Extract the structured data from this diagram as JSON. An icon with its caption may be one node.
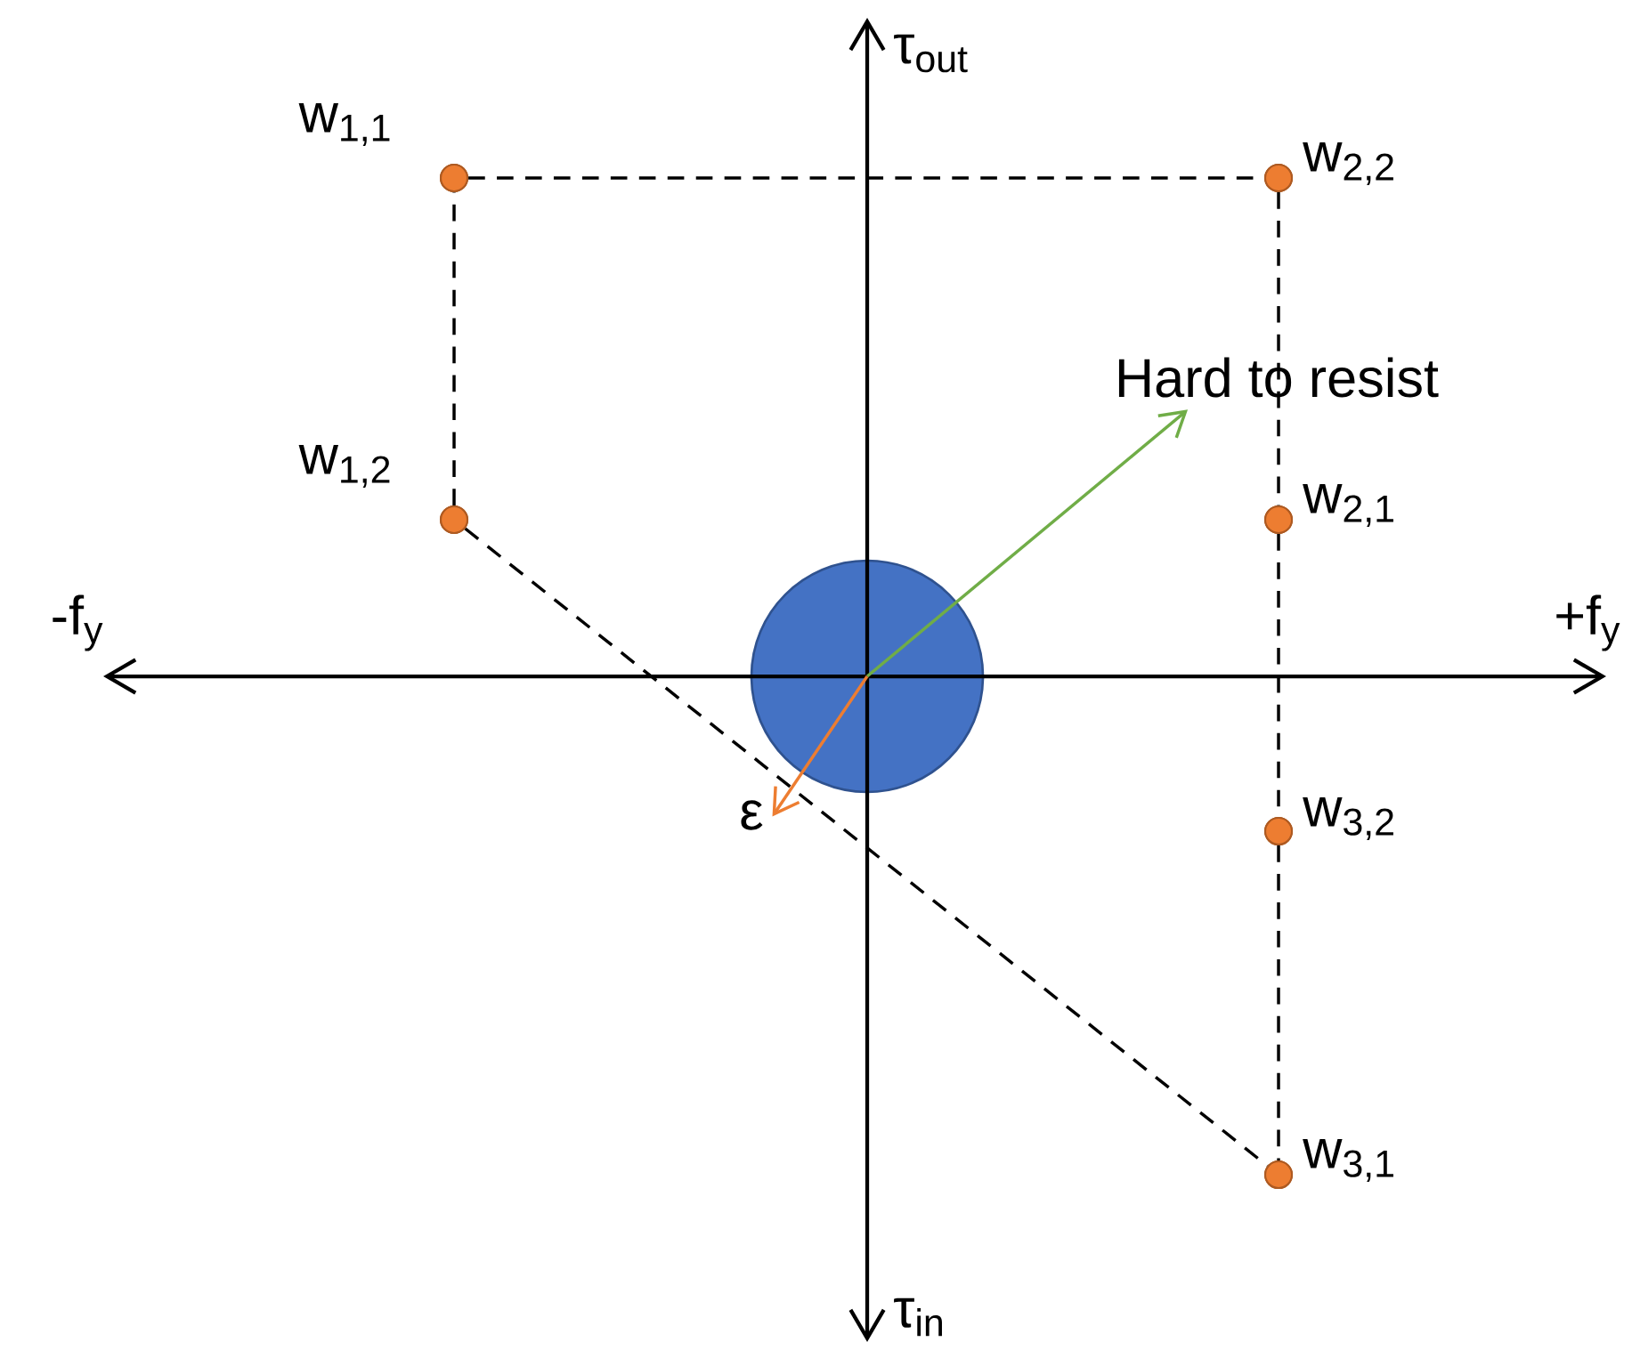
{
  "diagram": {
    "nodes": [
      {
        "text": [],
        "shape": "circle",
        "beside": [
          "w$_{1,1}$"
        ]
      },
      {
        "text": [],
        "shape": "circle",
        "beside": [
          "w$_{1,2}$"
        ]
      },
      {
        "text": [],
        "shape": "circle",
        "beside": [
          "w$_{2,2}$"
        ]
      },
      {
        "text": [],
        "shape": "circle",
        "beside": [
          "w$_{2,1}$"
        ]
      },
      {
        "text": [],
        "shape": "circle",
        "beside": [
          "w$_{3,2}$"
        ]
      },
      {
        "text": [],
        "shape": "circle",
        "beside": [
          "w$_{3,1}$"
        ]
      },
      {
        "text": [],
        "shape": "circle"
      },
      {
        "text": [
          "Hard to resist"
        ]
      },
      {
        "text": [
          "ε"
        ]
      }
    ],
    "edges": [
      {
        "from": 1,
        "to": 0,
        "arrow": "none",
        "style": "dashed"
      },
      {
        "from": 0,
        "to": 2,
        "arrow": "none",
        "style": "dashed"
      },
      {
        "from": 2,
        "to": 3,
        "arrow": "none",
        "style": "dashed"
      },
      {
        "from": 3,
        "to": 4,
        "arrow": "none",
        "style": "dashed"
      },
      {
        "from": 4,
        "to": 5,
        "arrow": "none",
        "style": "dashed"
      },
      {
        "from": 1,
        "to": 5,
        "arrow": "none",
        "style": "dashed"
      },
      {
        "from": 6,
        "to": 7,
        "arrow": "to",
        "color": "#70ad47"
      },
      {
        "from": 6,
        "to": 8,
        "arrow": "to",
        "color": "#ed7d31"
      }
    ],
    "labels": [
      "τ$_{out}$",
      "-f$_{y}$",
      "+f$_{y}$",
      "τ$_{in}$"
    ]
  }
}
